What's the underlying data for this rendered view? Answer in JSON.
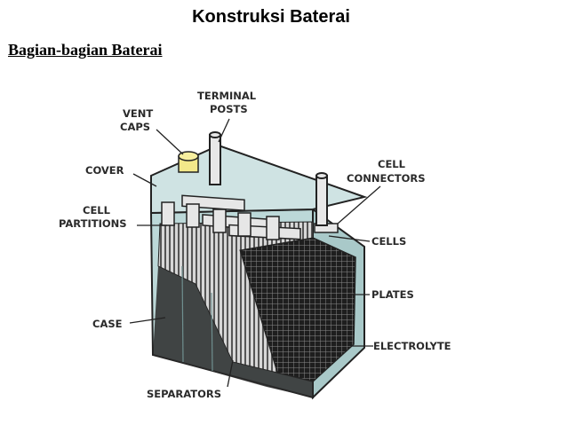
{
  "slide_title": "Konstruksi Baterai",
  "subtitle": "Bagian-bagian Baterai",
  "labels": {
    "terminal_posts": [
      "TERMINAL",
      "POSTS"
    ],
    "vent_caps": [
      "VENT",
      "CAPS"
    ],
    "cover": "COVER",
    "cell_partitions": [
      "CELL",
      "PARTITIONS"
    ],
    "case": "CASE",
    "separators": "SEPARATORS",
    "cell_connectors": [
      "CELL",
      "CONNECTORS"
    ],
    "cells": "CELLS",
    "plates": "PLATES",
    "electrolyte": "ELECTROLYTE"
  },
  "colors": {
    "case_front": "#bcd8d8",
    "case_side": "#a9c9c9",
    "cover_top": "#cfe3e3",
    "plates": "#1e1e1e",
    "outline": "#222222",
    "vent_cap": "#f3e88a"
  }
}
